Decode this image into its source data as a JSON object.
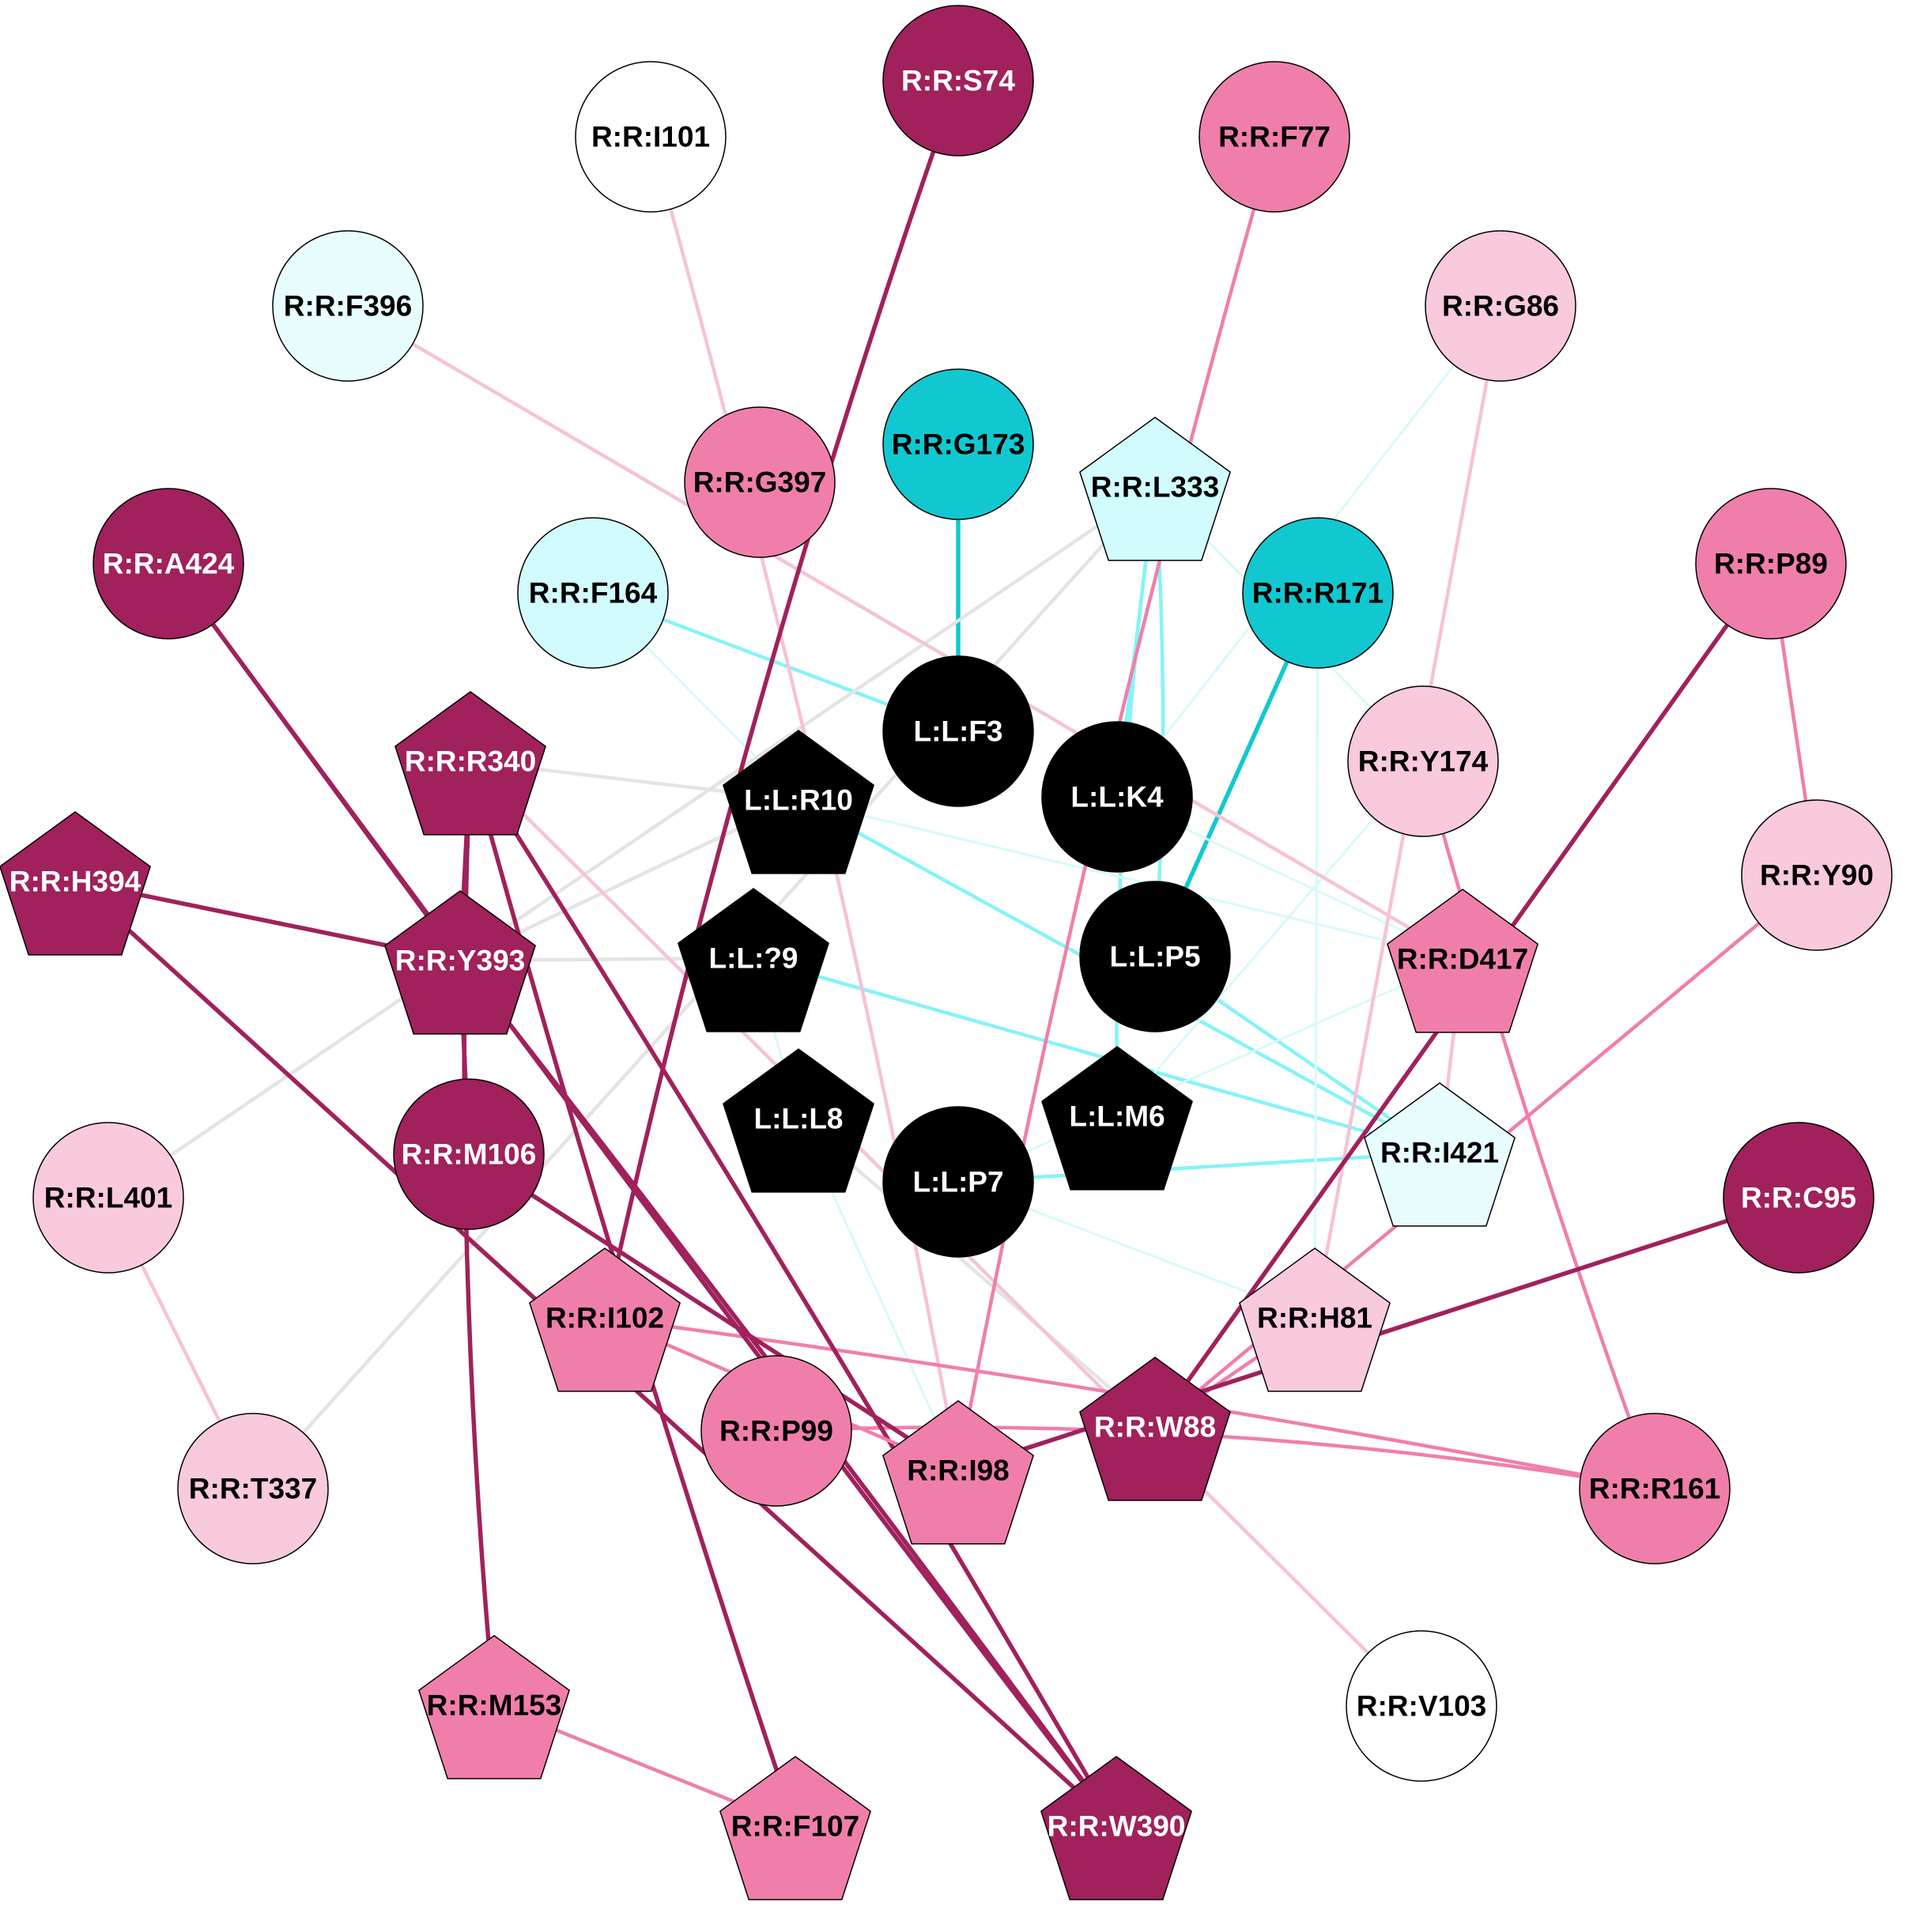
{
  "palette": {
    "black": "#000000",
    "teal": "#12c8d0",
    "light_cyan": "#d2fbfd",
    "pale_cyan": "#e8fdfd",
    "white": "#ffffff",
    "light_pink": "#f9c9dd",
    "pink": "#f07eab",
    "magenta": "#a0215c",
    "grey_edge": "#e4e4e4",
    "cyan_edge": "#86f3f8",
    "pale_cyan_edge": "#d8fafc",
    "light_pink_edge": "#f6c2d8"
  },
  "nodes": [
    {
      "id": "S74",
      "label": "R:R:S74",
      "shape": "circle",
      "fill": "magenta",
      "text": "light"
    },
    {
      "id": "I101",
      "label": "R:R:I101",
      "shape": "circle",
      "fill": "white",
      "text": "dark"
    },
    {
      "id": "F77",
      "label": "R:R:F77",
      "shape": "circle",
      "fill": "pink",
      "text": "dark"
    },
    {
      "id": "F396",
      "label": "R:R:F396",
      "shape": "circle",
      "fill": "pale_cyan",
      "text": "dark"
    },
    {
      "id": "G86",
      "label": "R:R:G86",
      "shape": "circle",
      "fill": "light_pink",
      "text": "dark"
    },
    {
      "id": "G173",
      "label": "R:R:G173",
      "shape": "circle",
      "fill": "teal",
      "text": "dark"
    },
    {
      "id": "L333",
      "label": "R:R:L333",
      "shape": "pentagon",
      "fill": "light_cyan",
      "text": "dark"
    },
    {
      "id": "G397",
      "label": "R:R:G397",
      "shape": "circle",
      "fill": "pink",
      "text": "dark"
    },
    {
      "id": "A424",
      "label": "R:R:A424",
      "shape": "circle",
      "fill": "magenta",
      "text": "light"
    },
    {
      "id": "F164",
      "label": "R:R:F164",
      "shape": "circle",
      "fill": "light_cyan",
      "text": "dark"
    },
    {
      "id": "R171",
      "label": "R:R:R171",
      "shape": "circle",
      "fill": "teal",
      "text": "dark"
    },
    {
      "id": "P89",
      "label": "R:R:P89",
      "shape": "circle",
      "fill": "pink",
      "text": "dark"
    },
    {
      "id": "F3",
      "label": "L:L:F3",
      "shape": "circle",
      "fill": "black",
      "text": "light"
    },
    {
      "id": "R340",
      "label": "R:R:R340",
      "shape": "pentagon",
      "fill": "magenta",
      "text": "light"
    },
    {
      "id": "Y174",
      "label": "R:R:Y174",
      "shape": "circle",
      "fill": "light_pink",
      "text": "dark"
    },
    {
      "id": "R10",
      "label": "L:L:R10",
      "shape": "pentagon",
      "fill": "black",
      "text": "light"
    },
    {
      "id": "K4",
      "label": "L:L:K4",
      "shape": "circle",
      "fill": "black",
      "text": "light"
    },
    {
      "id": "H394",
      "label": "R:R:H394",
      "shape": "pentagon",
      "fill": "magenta",
      "text": "light"
    },
    {
      "id": "Y90",
      "label": "R:R:Y90",
      "shape": "circle",
      "fill": "light_pink",
      "text": "dark"
    },
    {
      "id": "Y393",
      "label": "R:R:Y393",
      "shape": "pentagon",
      "fill": "magenta",
      "text": "light"
    },
    {
      "id": "Q9",
      "label": "L:L:?9",
      "shape": "pentagon",
      "fill": "black",
      "text": "light"
    },
    {
      "id": "P5",
      "label": "L:L:P5",
      "shape": "circle",
      "fill": "black",
      "text": "light"
    },
    {
      "id": "D417",
      "label": "R:R:D417",
      "shape": "pentagon",
      "fill": "pink",
      "text": "dark"
    },
    {
      "id": "L8",
      "label": "L:L:L8",
      "shape": "pentagon",
      "fill": "black",
      "text": "light"
    },
    {
      "id": "M6",
      "label": "L:L:M6",
      "shape": "pentagon",
      "fill": "black",
      "text": "light"
    },
    {
      "id": "M106",
      "label": "R:R:M106",
      "shape": "circle",
      "fill": "magenta",
      "text": "light"
    },
    {
      "id": "I421",
      "label": "R:R:I421",
      "shape": "pentagon",
      "fill": "pale_cyan",
      "text": "dark"
    },
    {
      "id": "P7",
      "label": "L:L:P7",
      "shape": "circle",
      "fill": "black",
      "text": "light"
    },
    {
      "id": "C95",
      "label": "R:R:C95",
      "shape": "circle",
      "fill": "magenta",
      "text": "light"
    },
    {
      "id": "L401",
      "label": "R:R:L401",
      "shape": "circle",
      "fill": "light_pink",
      "text": "dark"
    },
    {
      "id": "I102",
      "label": "R:R:I102",
      "shape": "pentagon",
      "fill": "pink",
      "text": "dark"
    },
    {
      "id": "H81",
      "label": "R:R:H81",
      "shape": "pentagon",
      "fill": "light_pink",
      "text": "dark"
    },
    {
      "id": "P99",
      "label": "R:R:P99",
      "shape": "circle",
      "fill": "pink",
      "text": "dark"
    },
    {
      "id": "W88",
      "label": "R:R:W88",
      "shape": "pentagon",
      "fill": "magenta",
      "text": "light"
    },
    {
      "id": "I98",
      "label": "R:R:I98",
      "shape": "pentagon",
      "fill": "pink",
      "text": "dark"
    },
    {
      "id": "R161",
      "label": "R:R:R161",
      "shape": "circle",
      "fill": "pink",
      "text": "dark"
    },
    {
      "id": "T337",
      "label": "R:R:T337",
      "shape": "circle",
      "fill": "light_pink",
      "text": "dark"
    },
    {
      "id": "V103",
      "label": "R:R:V103",
      "shape": "circle",
      "fill": "white",
      "text": "dark"
    },
    {
      "id": "M153",
      "label": "R:R:M153",
      "shape": "pentagon",
      "fill": "pink",
      "text": "dark"
    },
    {
      "id": "F107",
      "label": "R:R:F107",
      "shape": "pentagon",
      "fill": "pink",
      "text": "dark"
    },
    {
      "id": "W390",
      "label": "R:R:W390",
      "shape": "pentagon",
      "fill": "magenta",
      "text": "light"
    }
  ],
  "edges": [
    {
      "from": "G173",
      "to": "F3",
      "color": "teal",
      "weight": "heavy"
    },
    {
      "from": "R171",
      "to": "P5",
      "color": "teal",
      "weight": "heavy"
    },
    {
      "from": "F164",
      "to": "F3",
      "color": "cyan_edge",
      "weight": "medium"
    },
    {
      "from": "L333",
      "to": "K4",
      "color": "cyan_edge",
      "weight": "medium"
    },
    {
      "from": "L333",
      "to": "M6",
      "color": "cyan_edge",
      "weight": "medium"
    },
    {
      "from": "L333",
      "to": "P5",
      "color": "cyan_edge",
      "weight": "medium"
    },
    {
      "from": "R10",
      "to": "I421",
      "color": "cyan_edge",
      "weight": "medium"
    },
    {
      "from": "Q9",
      "to": "I421",
      "color": "cyan_edge",
      "weight": "medium"
    },
    {
      "from": "P7",
      "to": "I421",
      "color": "cyan_edge",
      "weight": "medium"
    },
    {
      "from": "P5",
      "to": "I421",
      "color": "cyan_edge",
      "weight": "medium"
    },
    {
      "from": "L333",
      "to": "Y174",
      "color": "pale_cyan_edge",
      "weight": "light"
    },
    {
      "from": "G86",
      "to": "K4",
      "color": "pale_cyan_edge",
      "weight": "light"
    },
    {
      "from": "F164",
      "to": "R10",
      "color": "pale_cyan_edge",
      "weight": "light"
    },
    {
      "from": "R10",
      "to": "D417",
      "color": "pale_cyan_edge",
      "weight": "light"
    },
    {
      "from": "K4",
      "to": "D417",
      "color": "pale_cyan_edge",
      "weight": "light"
    },
    {
      "from": "Y174",
      "to": "M6",
      "color": "pale_cyan_edge",
      "weight": "light"
    },
    {
      "from": "Q9",
      "to": "L8",
      "color": "pale_cyan_edge",
      "weight": "light"
    },
    {
      "from": "L8",
      "to": "I98",
      "color": "pale_cyan_edge",
      "weight": "light"
    },
    {
      "from": "P7",
      "to": "H81",
      "color": "pale_cyan_edge",
      "weight": "light"
    },
    {
      "from": "R171",
      "to": "H81",
      "color": "pale_cyan_edge",
      "weight": "light"
    },
    {
      "from": "D417",
      "to": "P7",
      "color": "pale_cyan_edge",
      "weight": "light"
    },
    {
      "from": "L333",
      "to": "L401",
      "color": "grey_edge",
      "weight": "medium"
    },
    {
      "from": "L333",
      "to": "T337",
      "color": "grey_edge",
      "weight": "medium"
    },
    {
      "from": "R340",
      "to": "R10",
      "color": "grey_edge",
      "weight": "medium"
    },
    {
      "from": "Y393",
      "to": "Q9",
      "color": "grey_edge",
      "weight": "medium"
    },
    {
      "from": "R10",
      "to": "Y393",
      "color": "grey_edge",
      "weight": "medium"
    },
    {
      "from": "L8",
      "to": "W88",
      "color": "grey_edge",
      "weight": "medium"
    },
    {
      "from": "I101",
      "to": "I98",
      "color": "light_pink_edge",
      "weight": "medium"
    },
    {
      "from": "F396",
      "to": "D417",
      "color": "light_pink_edge",
      "weight": "medium"
    },
    {
      "from": "G86",
      "to": "H81",
      "color": "light_pink_edge",
      "weight": "medium"
    },
    {
      "from": "L401",
      "to": "T337",
      "color": "light_pink_edge",
      "weight": "medium"
    },
    {
      "from": "R340",
      "to": "V103",
      "color": "light_pink_edge",
      "weight": "medium"
    },
    {
      "from": "D417",
      "to": "I421",
      "color": "light_pink_edge",
      "weight": "medium"
    },
    {
      "from": "F77",
      "to": "I98",
      "color": "pink",
      "weight": "medium"
    },
    {
      "from": "P89",
      "to": "Y90",
      "color": "pink",
      "weight": "medium"
    },
    {
      "from": "Y90",
      "to": "W88",
      "color": "pink",
      "weight": "medium"
    },
    {
      "from": "Y174",
      "to": "R161",
      "color": "pink",
      "weight": "medium"
    },
    {
      "from": "I102",
      "to": "R161",
      "color": "pink",
      "weight": "medium"
    },
    {
      "from": "P99",
      "to": "R161",
      "color": "pink",
      "weight": "medium"
    },
    {
      "from": "M153",
      "to": "F107",
      "color": "pink",
      "weight": "medium"
    },
    {
      "from": "H81",
      "to": "W88",
      "color": "pink",
      "weight": "medium"
    },
    {
      "from": "S74",
      "to": "I102",
      "color": "magenta",
      "weight": "heavy"
    },
    {
      "from": "A424",
      "to": "Y393",
      "color": "magenta",
      "weight": "heavy"
    },
    {
      "from": "A424",
      "to": "W390",
      "color": "magenta",
      "weight": "heavy"
    },
    {
      "from": "H394",
      "to": "Y393",
      "color": "magenta",
      "weight": "heavy"
    },
    {
      "from": "H394",
      "to": "W390",
      "color": "magenta",
      "weight": "heavy"
    },
    {
      "from": "R340",
      "to": "Y393",
      "color": "magenta",
      "weight": "heavy"
    },
    {
      "from": "R340",
      "to": "M153",
      "color": "magenta",
      "weight": "heavy"
    },
    {
      "from": "R340",
      "to": "F107",
      "color": "magenta",
      "weight": "heavy"
    },
    {
      "from": "R340",
      "to": "W390",
      "color": "magenta",
      "weight": "heavy"
    },
    {
      "from": "Y393",
      "to": "M106",
      "color": "magenta",
      "weight": "heavy"
    },
    {
      "from": "Y393",
      "to": "W390",
      "color": "magenta",
      "weight": "heavy"
    },
    {
      "from": "M106",
      "to": "I98",
      "color": "magenta",
      "weight": "heavy"
    },
    {
      "from": "P89",
      "to": "W88",
      "color": "magenta",
      "weight": "heavy"
    },
    {
      "from": "C95",
      "to": "I98",
      "color": "magenta",
      "weight": "heavy"
    },
    {
      "from": "I102",
      "to": "I98",
      "color": "pink",
      "weight": "medium"
    }
  ]
}
